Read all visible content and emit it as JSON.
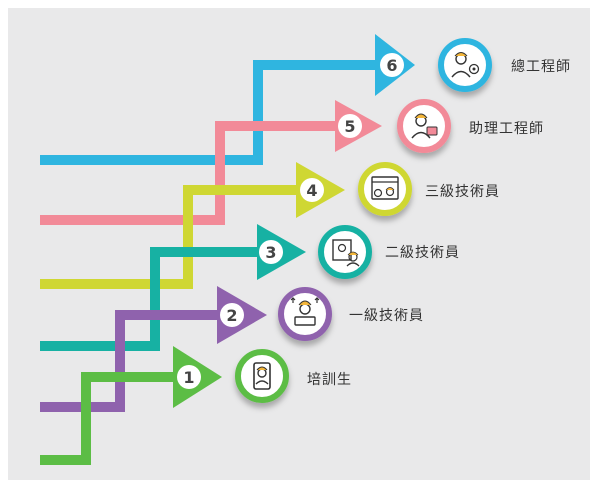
{
  "steps": [
    {
      "number": "1",
      "label": "培訓生",
      "color": "#5cbd45",
      "icon": "worker-tablet-icon"
    },
    {
      "number": "2",
      "label": "一級技術員",
      "color": "#8f62ad",
      "icon": "worker-gears-icon"
    },
    {
      "number": "3",
      "label": "二級技術員",
      "color": "#17b1a3",
      "icon": "blueprint-worker-icon"
    },
    {
      "number": "4",
      "label": "三級技術員",
      "color": "#cfd733",
      "icon": "browser-workers-icon"
    },
    {
      "number": "5",
      "label": "助理工程師",
      "color": "#f28a98",
      "icon": "engineer-briefcase-icon"
    },
    {
      "number": "6",
      "label": "總工程師",
      "color": "#2fb5e0",
      "icon": "chief-engineer-icon"
    }
  ]
}
